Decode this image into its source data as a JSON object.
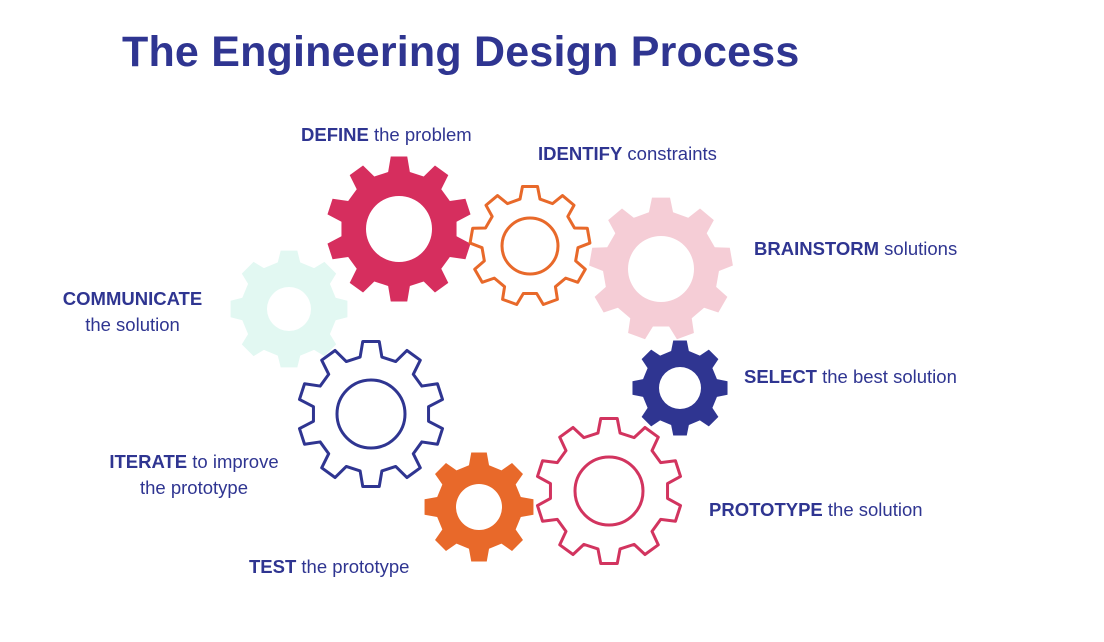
{
  "title": "The Engineering Design Process",
  "colors": {
    "title": "#2f3591",
    "label": "#2f3591",
    "crimson": "#d62e5e",
    "orange": "#e8692a",
    "pink": "#f5cdd6",
    "mint": "#e2f8f2",
    "navy": "#2f3591",
    "rose": "#d2345f"
  },
  "steps": [
    {
      "id": "define",
      "keyword": "DEFINE",
      "rest": " the problem",
      "gear_color": "crimson",
      "gear_style": "filled"
    },
    {
      "id": "identify",
      "keyword": "IDENTIFY",
      "rest": " constraints",
      "gear_color": "orange",
      "gear_style": "outline"
    },
    {
      "id": "brainstorm",
      "keyword": "BRAINSTORM",
      "rest": " solutions",
      "gear_color": "pink",
      "gear_style": "filled"
    },
    {
      "id": "select",
      "keyword": "SELECT",
      "rest": " the best solution",
      "gear_color": "navy",
      "gear_style": "filled"
    },
    {
      "id": "prototype",
      "keyword": "PROTOTYPE",
      "rest": " the solution",
      "gear_color": "rose",
      "gear_style": "outline"
    },
    {
      "id": "test",
      "keyword": "TEST",
      "rest": " the prototype",
      "gear_color": "orange",
      "gear_style": "filled"
    },
    {
      "id": "iterate",
      "keyword": "ITERATE",
      "rest": " to improve",
      "line2": "the prototype",
      "gear_color": "navy",
      "gear_style": "outline"
    },
    {
      "id": "communicate",
      "keyword": "COMMUNICATE",
      "line2": "the solution",
      "gear_color": "mint",
      "gear_style": "filled"
    }
  ]
}
